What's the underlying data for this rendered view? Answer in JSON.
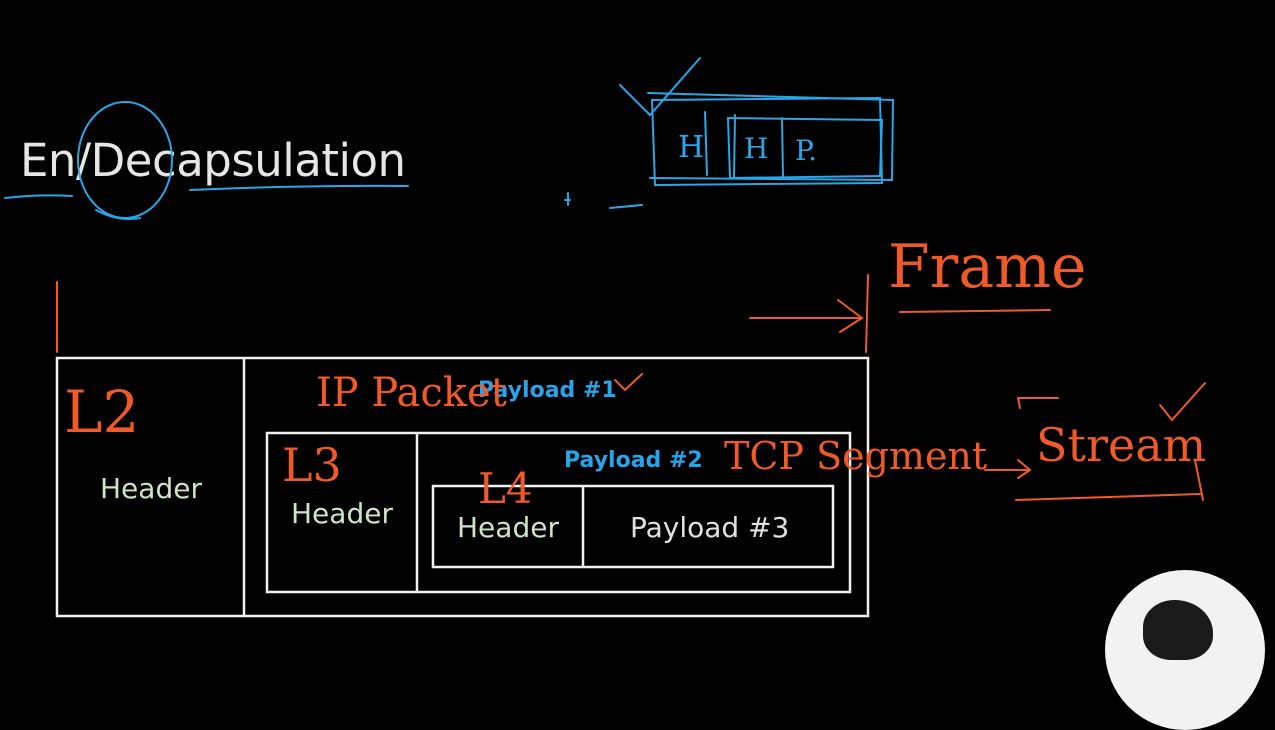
{
  "slide": {
    "title": "En/Decapsulation"
  },
  "diagram": {
    "outer": {
      "header": "Header",
      "payload": "Payload #1"
    },
    "middle": {
      "header": "Header",
      "payload": "Payload #2"
    },
    "inner": {
      "header": "Header",
      "payload": "Payload #3"
    }
  },
  "sketch": {
    "header_letter": "H",
    "inner_header_letter": "H",
    "payload_letter": "P."
  },
  "annotations": {
    "l2": "L2",
    "l3": "L3",
    "l4": "L4",
    "ip_packet": "IP Packet",
    "tcp_segment": "TCP Segment",
    "frame": "Frame",
    "stream": "Stream"
  },
  "colors": {
    "background": "#000000",
    "box_stroke": "#f2f2f2",
    "header_text": "#cfe3c5",
    "payload_label": "#2aa4e8",
    "ink_orange": "#f05a28",
    "ink_blue": "#29a6e6"
  }
}
